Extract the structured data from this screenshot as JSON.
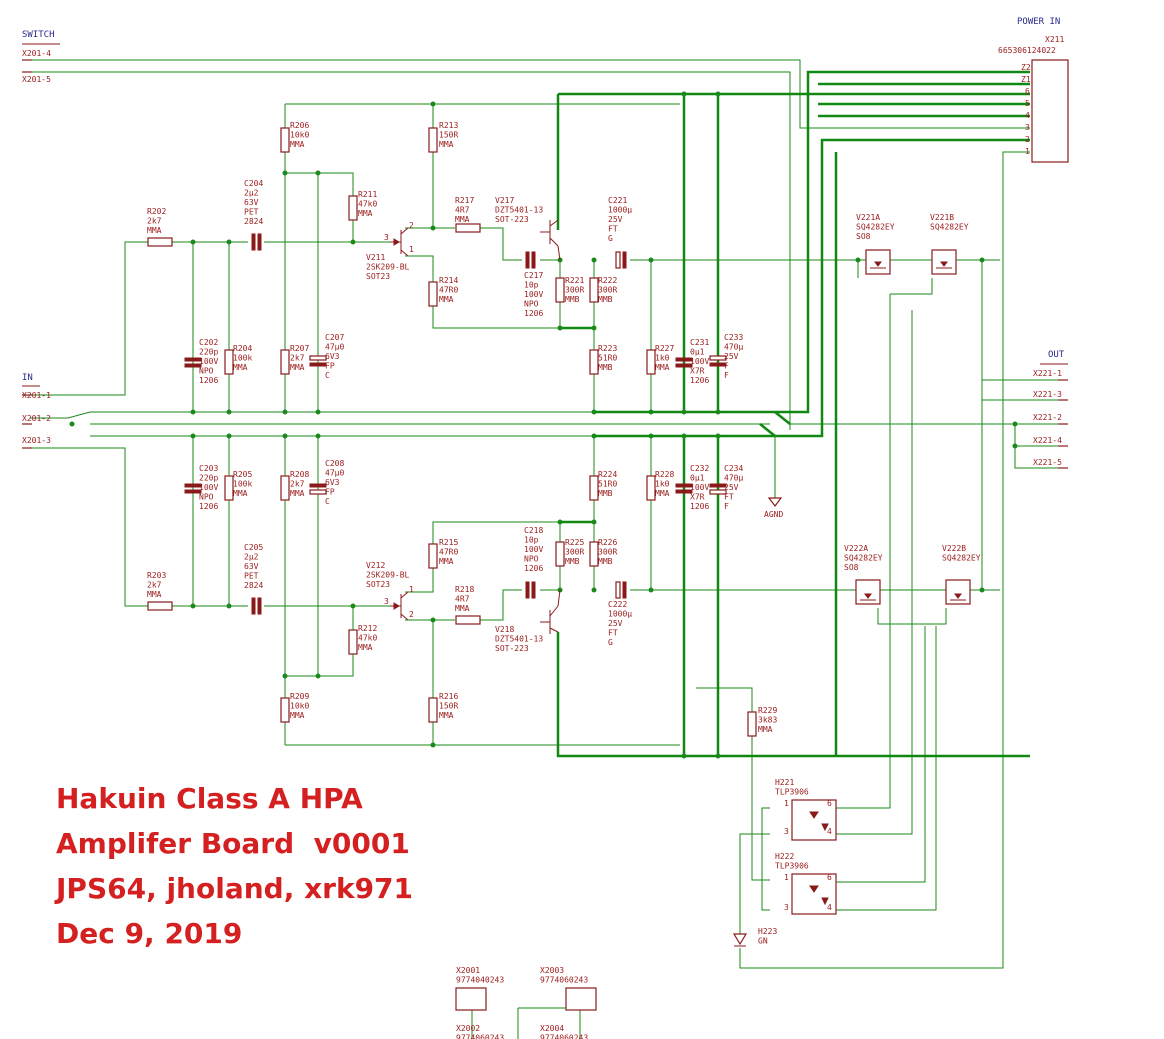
{
  "title_block": {
    "line1": "Hakuin Class A HPA",
    "line2": "Amplifer Board  v0001",
    "line3": "JPS64, jholand, xrk971",
    "line4": "Dec 9, 2019"
  },
  "nets": {
    "switch": "SWITCH",
    "power_in": "POWER IN",
    "in": "IN",
    "out": "OUT",
    "x201_4": "X201-4",
    "x201_5": "X201-5",
    "x201_1": "X201-1",
    "x201_2": "X201-2",
    "x201_3": "X201-3",
    "x221_1": "X221-1",
    "x221_3": "X221-3",
    "x221_2": "X221-2",
    "x221_4": "X221-4",
    "x221_5": "X221-5",
    "agnd": "AGND"
  },
  "connector": {
    "name": "X211",
    "part": "665306124022",
    "pins": [
      "Z2",
      "Z1",
      "6",
      "5",
      "4",
      "3",
      "2",
      "1"
    ]
  },
  "parts": {
    "R206": [
      "R206",
      "10k0",
      "MMA"
    ],
    "R213": [
      "R213",
      "150R",
      "MMA"
    ],
    "R211": [
      "R211",
      "47k0",
      "MMA"
    ],
    "R202": [
      "R202",
      "2k7",
      "MMA"
    ],
    "C204": [
      "C204",
      "2µ2",
      "63V",
      "PET",
      "2824"
    ],
    "R217": [
      "R217",
      "4R7",
      "MMA"
    ],
    "V217": [
      "V217",
      "DZT5401-13",
      "SOT-223"
    ],
    "C221": [
      "C221",
      "1000µ",
      "25V",
      "FT",
      "G"
    ],
    "V211": [
      "V211",
      "2SK209-BL",
      "SOT23"
    ],
    "R214": [
      "R214",
      "47R0",
      "MMA"
    ],
    "C217": [
      "C217",
      "10p",
      "100V",
      "NPO",
      "1206"
    ],
    "R221": [
      "R221",
      "300R",
      "MMB"
    ],
    "R222": [
      "R222",
      "300R",
      "MMB"
    ],
    "V221A": [
      "V221A",
      "SQ4282EY",
      "SO8"
    ],
    "V221B": [
      "V221B",
      "SQ4282EY"
    ],
    "C202": [
      "C202",
      "220p",
      "100V",
      "NPO",
      "1206"
    ],
    "R204": [
      "R204",
      "100k",
      "MMA"
    ],
    "R207": [
      "R207",
      "2k7",
      "MMA"
    ],
    "C207": [
      "C207",
      "47µ0",
      "6V3",
      "FP",
      "C"
    ],
    "R223": [
      "R223",
      "51R0",
      "MMB"
    ],
    "R227": [
      "R227",
      "1k0",
      "MMA"
    ],
    "C231": [
      "C231",
      "0µ1",
      "100V",
      "X7R",
      "1206"
    ],
    "C233": [
      "C233",
      "470µ",
      "25V",
      "F",
      "F"
    ],
    "C203": [
      "C203",
      "220p",
      "100V",
      "NPO",
      "1206"
    ],
    "R205": [
      "R205",
      "100k",
      "MMA"
    ],
    "R208": [
      "R208",
      "2k7",
      "MMA"
    ],
    "C208": [
      "C208",
      "47µ0",
      "6V3",
      "FP",
      "C"
    ],
    "R224": [
      "R224",
      "51R0",
      "MMB"
    ],
    "R228": [
      "R228",
      "1k0",
      "MMA"
    ],
    "C232": [
      "C232",
      "0µ1",
      "100V",
      "X7R",
      "1206"
    ],
    "C234": [
      "C234",
      "470µ",
      "25V",
      "FT",
      "F"
    ],
    "R215": [
      "R215",
      "47R0",
      "MMA"
    ],
    "C218": [
      "C218",
      "10p",
      "100V",
      "NPO",
      "1206"
    ],
    "R225": [
      "R225",
      "300R",
      "MMB"
    ],
    "R226": [
      "R226",
      "300R",
      "MMB"
    ],
    "C205": [
      "C205",
      "2µ2",
      "63V",
      "PET",
      "2824"
    ],
    "V212": [
      "V212",
      "2SK209-BL",
      "SOT23"
    ],
    "R203": [
      "R203",
      "2k7",
      "MMA"
    ],
    "R218": [
      "R218",
      "4R7",
      "MMA"
    ],
    "C222": [
      "C222",
      "1000µ",
      "25V",
      "FT",
      "G"
    ],
    "V218": [
      "V218",
      "DZT5401-13",
      "SOT-223"
    ],
    "V222A": [
      "V222A",
      "SQ4282EY",
      "SO8"
    ],
    "V222B": [
      "V222B",
      "SQ4282EY"
    ],
    "R212": [
      "R212",
      "47k0",
      "MMA"
    ],
    "R209": [
      "R209",
      "10k0",
      "MMA"
    ],
    "R216": [
      "R216",
      "150R",
      "MMA"
    ],
    "R229": [
      "R229",
      "3k83",
      "MMA"
    ],
    "H221": [
      "H221",
      "TLP3906"
    ],
    "H222": [
      "H222",
      "TLP3906"
    ],
    "H223": [
      "H223",
      "GN"
    ],
    "X2001": [
      "X2001",
      "9774040243"
    ],
    "X2003": [
      "X2003",
      "9774060243"
    ],
    "X2002": [
      "X2002",
      "9774060243"
    ],
    "X2004": [
      "X2004",
      "9774060243"
    ]
  },
  "pin_numbers": {
    "v211_gate": "3",
    "v211_drain": "2",
    "v211_source": "1",
    "v212_gate": "3",
    "v212_drain": "1",
    "v212_source": "2",
    "h_pin1": "1",
    "h_pin3": "3",
    "h_pin4": "4",
    "h_pin6": "6"
  }
}
